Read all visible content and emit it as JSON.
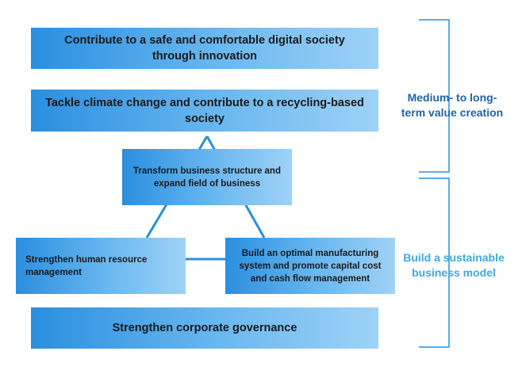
{
  "boxes": {
    "digital_society": "Contribute to a safe and comfortable digital society through innovation",
    "climate_change": "Tackle climate change and contribute to a recycling-based society",
    "transform": "Transform business structure and expand field of business",
    "human_resource": "Strengthen human resource management",
    "manufacturing": "Build an optimal manufacturing system and promote capital cost and cash flow management",
    "governance": "Strengthen corporate governance"
  },
  "labels": {
    "medium_long": "Medium- to long-term value creation",
    "sustainable": "Build a sustainable business model"
  },
  "colors": {
    "dark_blue_label": "#1f64a8",
    "light_blue_label": "#41a8e0",
    "line": "#2b8fd8"
  }
}
